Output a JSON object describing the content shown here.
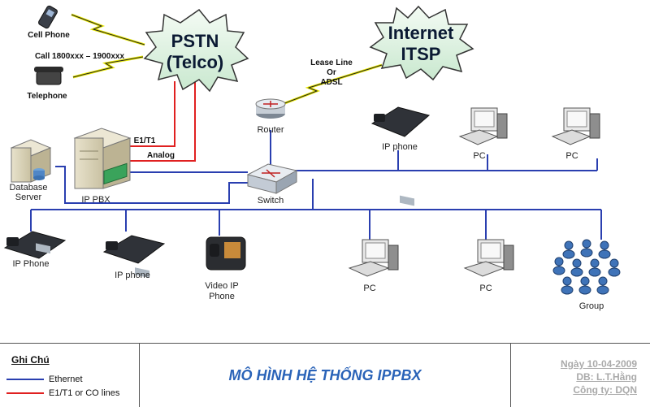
{
  "labels": {
    "cell_phone": "Cell Phone",
    "call_numbers": "Call 1800xxx – 1900xxx",
    "telephone": "Telephone",
    "pstn_line1": "PSTN",
    "pstn_line2": "(Telco)",
    "internet_line1": "Internet",
    "internet_line2": "ITSP",
    "lease_line1": "Lease Line",
    "lease_line2": "Or",
    "lease_line3": "ADSL",
    "router": "Router",
    "e1t1": "E1/T1",
    "analog": "Analog",
    "database_line1": "Database",
    "database_line2": "Server",
    "ip_pbx": "IP PBX",
    "switch": "Switch",
    "ip_phone_top": "IP phone",
    "pc_top_1": "PC",
    "pc_top_2": "PC",
    "ip_phone_left": "IP Phone",
    "ip_phone_mid": "IP phone",
    "video_line1": "Video IP",
    "video_line2": "Phone",
    "pc_bottom_1": "PC",
    "pc_bottom_2": "PC",
    "group": "Group"
  },
  "legend": {
    "heading": "Ghi Chú",
    "ethernet": "Ethernet",
    "e1_lines": "E1/T1 or CO lines",
    "ethernet_color": "#2a3fb0",
    "e1_color": "#e02020"
  },
  "title": "MÔ HÌNH HỆ THỐNG IPPBX",
  "meta": {
    "date": "Ngày 10-04-2009",
    "db": "DB: L.T.Hằng",
    "company": "Công ty: DQN"
  }
}
